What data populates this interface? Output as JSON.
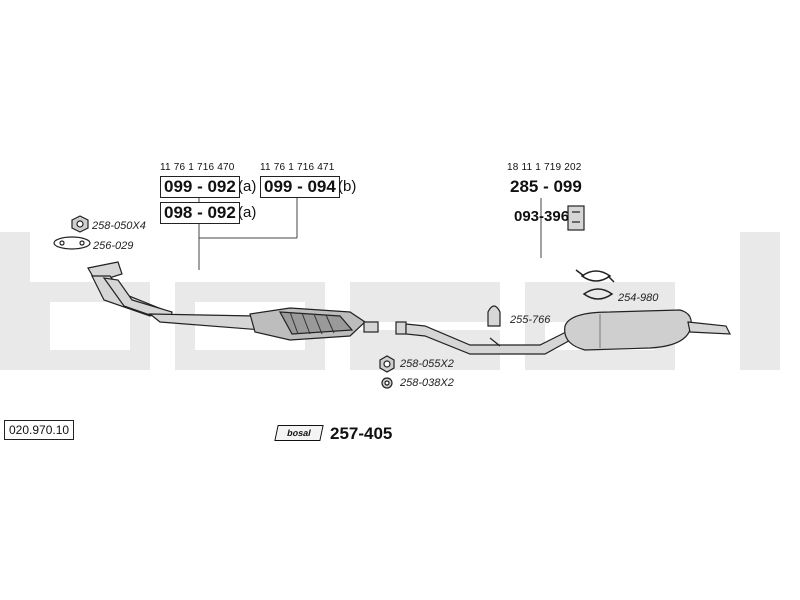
{
  "watermark": {
    "text": "bosal",
    "color": "#e9e9e9"
  },
  "colors": {
    "pipe_fill": "#d6d6d6",
    "pipe_stroke": "#222222",
    "line": "#444444"
  },
  "oe_numbers": {
    "front_a": "11 76 1 716 470",
    "front_b": "11 76 1 716 471",
    "rear": "18 11 1 719 202"
  },
  "part_boxes": {
    "box1": {
      "code": "099 - 092",
      "suffix": "(a)"
    },
    "box2": {
      "code": "099 - 094",
      "suffix": "(b)"
    },
    "box3": {
      "code": "098 - 092",
      "suffix": "(a)"
    }
  },
  "rear_part": "285 - 099",
  "bracket_part": "093-396",
  "accessories": {
    "nut_top": "258-050X4",
    "gasket_top": "256-029",
    "nut_mid": "258-055X2",
    "ring_mid": "258-038X2",
    "rubber": "255-766",
    "clamp": "254-980"
  },
  "catalog_ref": "020.970.10",
  "kit": {
    "logo_text": "bosal",
    "number": "257-405"
  }
}
